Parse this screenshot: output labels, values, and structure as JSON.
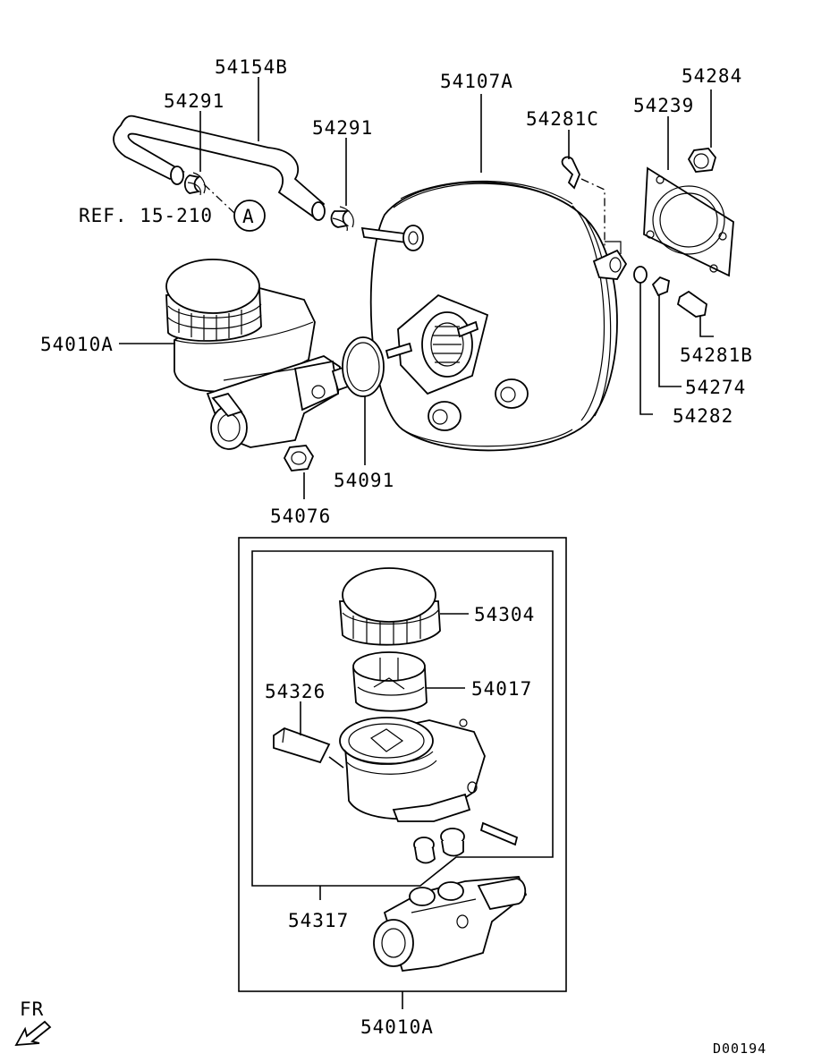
{
  "labels": {
    "hose": "54154B",
    "clamp_left": "54291",
    "clamp_right": "54291",
    "ref": "REF. 15-210",
    "ref_circle": "A",
    "booster": "54107A",
    "pin": "54281C",
    "gasket": "54239",
    "nut_top": "54284",
    "master_cyl_top": "54010A",
    "pin_b": "54281B",
    "washer": "54274",
    "oring": "54282",
    "seal_ring": "54091",
    "nut_bottom": "54076",
    "cap": "54304",
    "strainer": "54017",
    "sensor": "54326",
    "reservoir_kit": "54317",
    "master_cyl_bottom": "54010A",
    "fr": "FR",
    "diagram_code": "D00194"
  }
}
